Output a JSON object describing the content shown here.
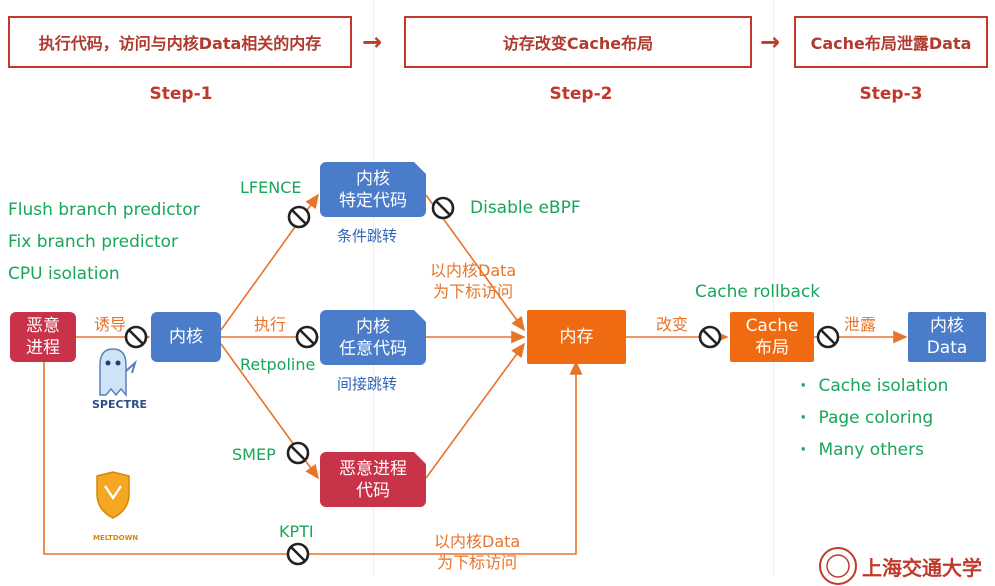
{
  "steps": [
    {
      "box": "执行代码，访问与内核Data相关的内存",
      "label": "Step-1"
    },
    {
      "box": "访存改变Cache布局",
      "label": "Step-2"
    },
    {
      "box": "Cache布局泄露Data",
      "label": "Step-3"
    }
  ],
  "step_arrow": "→",
  "mitigations_left": [
    "Flush branch predictor",
    "Fix branch predictor",
    "CPU isolation"
  ],
  "mitigations_right": [
    "Cache isolation",
    "Page coloring",
    "Many others"
  ],
  "nodes": {
    "malicious_process": [
      "恶意",
      "进程"
    ],
    "kernel": "内核",
    "kernel_specific_code": [
      "内核",
      "特定代码"
    ],
    "kernel_arbitrary_code": [
      "内核",
      "任意代码"
    ],
    "malicious_process_code": [
      "恶意进程",
      "代码"
    ],
    "memory": "内存",
    "cache_layout": [
      "Cache",
      "布局"
    ],
    "kernel_data": [
      "内核",
      "Data"
    ]
  },
  "labels": {
    "induce": "诱导",
    "execute": "执行",
    "lfence": "LFENCE",
    "retpoline": "Retpoline",
    "smep": "SMEP",
    "kpti": "KPTI",
    "disable_ebpf": "Disable eBPF",
    "conditional_jump": "条件跳转",
    "indirect_jump": "间接跳转",
    "index_access_top": [
      "以内核Data",
      "为下标访问"
    ],
    "index_access_bottom": [
      "以内核Data",
      "为下标访问"
    ],
    "change": "改变",
    "cache_rollback": "Cache rollback",
    "leak": "泄露",
    "spectre": "SPECTRE",
    "meltdown": "MELTDOWN",
    "university": "上海交通大学"
  },
  "colors": {
    "step_red": "#c0392b",
    "node_blue": "#4a7cc9",
    "node_red": "#c9334a",
    "node_orange": "#f06a12",
    "mitigation_green": "#17a65a",
    "arrow_orange": "#e8742a"
  }
}
